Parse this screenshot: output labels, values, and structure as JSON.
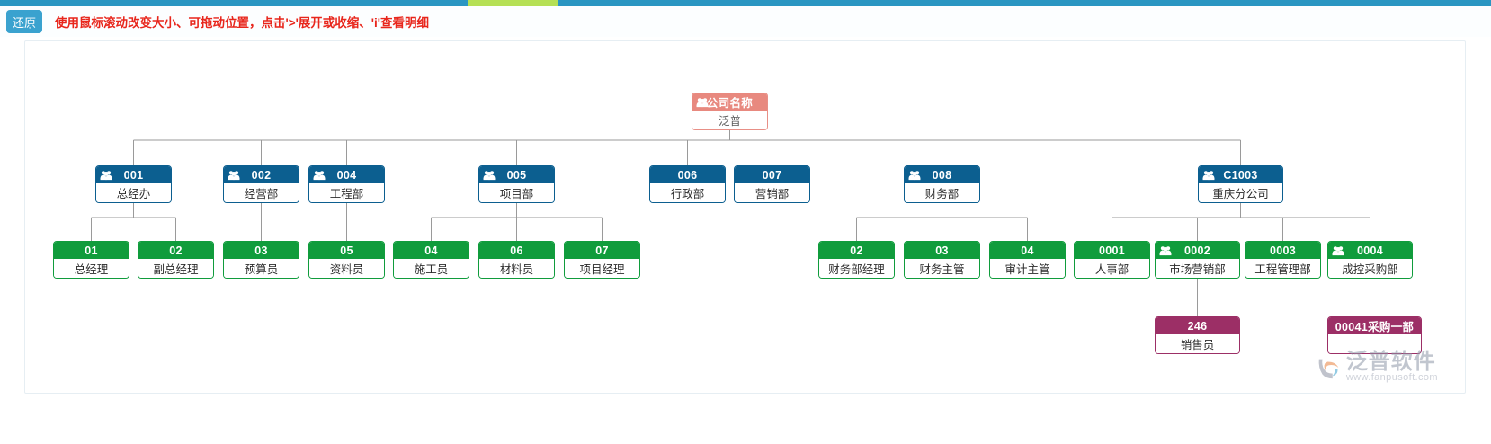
{
  "topbar": {
    "accent_color": "#b5e055",
    "bar_color": "#2a96c2"
  },
  "toolbar": {
    "restore_label": "还原",
    "hint_text": "使用鼠标滚动改变大小、可拖动位置，点击'>'展开或收缩、'i'查看明细",
    "hint_color": "#e8261c",
    "restore_color": "#3aa2cf"
  },
  "watermark": {
    "name": "泛普软件",
    "url": "www.fanpusoft.com"
  },
  "palette": {
    "root": "#e8897f",
    "department": "#0c5f90",
    "staff": "#109c3c",
    "sub": "#9c2f66",
    "connector": "#9a9a9a"
  },
  "org_chart": {
    "root": {
      "code": "公司名称",
      "name": "泛普",
      "icon": "group-icon",
      "level": 0
    },
    "nodes": [
      {
        "id": "n001",
        "code": "001",
        "name": "总经办",
        "icon": "group-icon",
        "level": 1,
        "variant": "department"
      },
      {
        "id": "n002",
        "code": "002",
        "name": "经营部",
        "icon": "group-icon",
        "level": 1,
        "variant": "department"
      },
      {
        "id": "n004",
        "code": "004",
        "name": "工程部",
        "icon": "group-icon",
        "level": 1,
        "variant": "department"
      },
      {
        "id": "n005",
        "code": "005",
        "name": "项目部",
        "icon": "group-icon",
        "level": 1,
        "variant": "department"
      },
      {
        "id": "n006",
        "code": "006",
        "name": "行政部",
        "icon": "",
        "level": 1,
        "variant": "department"
      },
      {
        "id": "n007",
        "code": "007",
        "name": "营销部",
        "icon": "",
        "level": 1,
        "variant": "department"
      },
      {
        "id": "n008",
        "code": "008",
        "name": "财务部",
        "icon": "group-icon",
        "level": 1,
        "variant": "department"
      },
      {
        "id": "nC1003",
        "code": "C1003",
        "name": "重庆分公司",
        "icon": "group-icon",
        "level": 1,
        "variant": "department"
      },
      {
        "id": "s01",
        "code": "01",
        "name": "总经理",
        "icon": "",
        "level": 2,
        "variant": "staff",
        "parent": "n001"
      },
      {
        "id": "s02",
        "code": "02",
        "name": "副总经理",
        "icon": "",
        "level": 2,
        "variant": "staff",
        "parent": "n001"
      },
      {
        "id": "s03",
        "code": "03",
        "name": "预算员",
        "icon": "",
        "level": 2,
        "variant": "staff",
        "parent": "n002"
      },
      {
        "id": "s05",
        "code": "05",
        "name": "资料员",
        "icon": "",
        "level": 2,
        "variant": "staff",
        "parent": "n004"
      },
      {
        "id": "s04",
        "code": "04",
        "name": "施工员",
        "icon": "",
        "level": 2,
        "variant": "staff",
        "parent": "n005"
      },
      {
        "id": "s06",
        "code": "06",
        "name": "材料员",
        "icon": "",
        "level": 2,
        "variant": "staff",
        "parent": "n005"
      },
      {
        "id": "s07",
        "code": "07",
        "name": "项目经理",
        "icon": "",
        "level": 2,
        "variant": "staff",
        "parent": "n005"
      },
      {
        "id": "f02",
        "code": "02",
        "name": "财务部经理",
        "icon": "",
        "level": 2,
        "variant": "staff",
        "parent": "n008"
      },
      {
        "id": "f03",
        "code": "03",
        "name": "财务主管",
        "icon": "",
        "level": 2,
        "variant": "staff",
        "parent": "n008"
      },
      {
        "id": "f04",
        "code": "04",
        "name": "审计主管",
        "icon": "",
        "level": 2,
        "variant": "staff",
        "parent": "n008"
      },
      {
        "id": "c0001",
        "code": "0001",
        "name": "人事部",
        "icon": "",
        "level": 2,
        "variant": "staff",
        "parent": "nC1003"
      },
      {
        "id": "c0002",
        "code": "0002",
        "name": "市场营销部",
        "icon": "group-icon",
        "level": 2,
        "variant": "staff",
        "parent": "nC1003"
      },
      {
        "id": "c0003",
        "code": "0003",
        "name": "工程管理部",
        "icon": "",
        "level": 2,
        "variant": "staff",
        "parent": "nC1003"
      },
      {
        "id": "c0004",
        "code": "0004",
        "name": "成控采购部",
        "icon": "group-icon",
        "level": 2,
        "variant": "staff",
        "parent": "nC1003"
      },
      {
        "id": "p246",
        "code": "246",
        "name": "销售员",
        "icon": "",
        "level": 3,
        "variant": "sub",
        "parent": "c0002"
      },
      {
        "id": "p0041",
        "code": "00041采购一部",
        "name": "",
        "icon": "",
        "level": 3,
        "variant": "sub",
        "parent": "c0004"
      }
    ]
  }
}
